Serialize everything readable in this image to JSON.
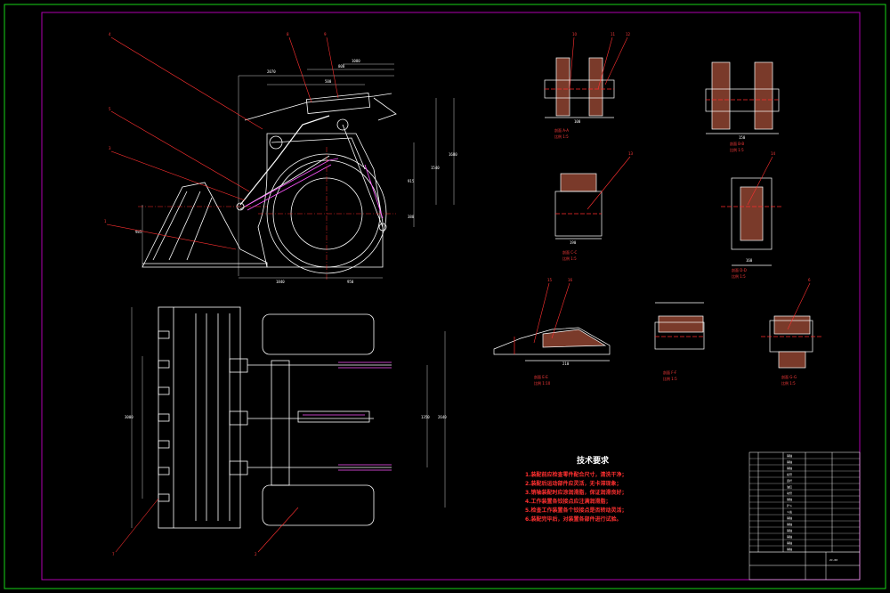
{
  "drawing": {
    "tech_requirements": {
      "title": "技术要求",
      "items": [
        "1.装配前应检查零件配合尺寸，清洗干净；",
        "2.装配后运动部件应灵活，无卡滞现象；",
        "3.销轴装配时应涂润滑脂，保证润滑良好；",
        "4.工作装置各铰接点应注满润滑脂；",
        "5.检查工作装置各个铰接点是否转动灵活；",
        "6.装配完毕后，对装置各部件进行试验。"
      ]
    },
    "callouts": [
      "1",
      "2",
      "3",
      "4",
      "5",
      "6",
      "7",
      "8",
      "9",
      "10",
      "11",
      "12",
      "13",
      "14",
      "15",
      "16"
    ],
    "dimensions": {
      "d1": "2070",
      "d2": "1080",
      "d3": "800",
      "d4": "500",
      "d5": "915",
      "d6": "1540",
      "d7": "1680",
      "d8": "950",
      "d9": "380",
      "d10": "1840",
      "d11": "985",
      "d12": "3000",
      "d13": "2640",
      "d14": "1350",
      "d15": "100",
      "d16": "150",
      "d17": "190",
      "d18": "160",
      "d19": "210"
    },
    "sections": {
      "s1": {
        "name": "剖面 A-A",
        "scale": "比例 1:5"
      },
      "s2": {
        "name": "剖面 B-B",
        "scale": "比例 1:5"
      },
      "s3": {
        "name": "剖面 C-C",
        "scale": "比例 1:5"
      },
      "s4": {
        "name": "剖面 D-D",
        "scale": "比例 1:5"
      },
      "s5": {
        "name": "剖面 E-E",
        "scale": "比例 1:10"
      },
      "s6": {
        "name": "剖面 F-F",
        "scale": "比例 1:5"
      },
      "s7": {
        "name": "剖面 G-G",
        "scale": "比例 1:5"
      }
    },
    "title_block": {
      "drawing_no": "ZJ-00",
      "rows": [
        "销轴",
        "销轴",
        "销轴",
        "摇臂",
        "连杆",
        "油缸",
        "动臂",
        "销轴",
        "铲斗",
        "斗齿",
        "销轴",
        "销轴",
        "销轴",
        "销轴",
        "销轴",
        "销轴"
      ]
    }
  },
  "colors": {
    "frame": "#18d518",
    "line": "#ffffff",
    "center": "#ff2a2a",
    "callout": "#ff3030",
    "dim": "#ff55ff",
    "hatch": "#d06a4a"
  }
}
